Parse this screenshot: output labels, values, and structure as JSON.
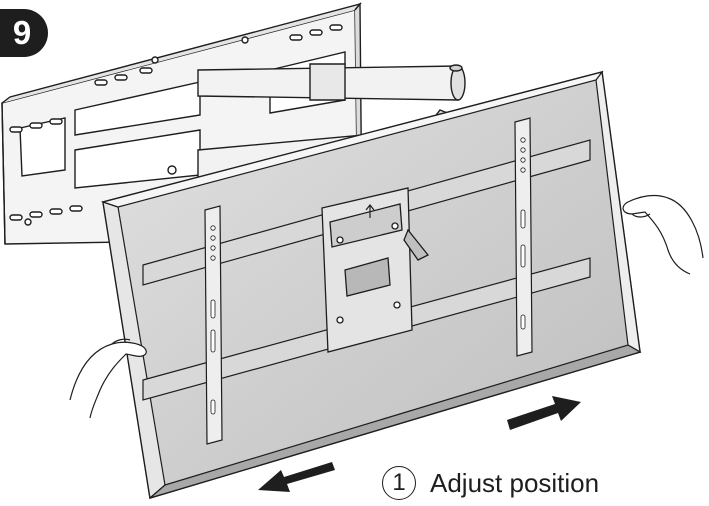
{
  "step": {
    "number": "9"
  },
  "instruction": {
    "index": "1",
    "label": "Adjust position"
  },
  "colors": {
    "outline": "#1e1e1e",
    "tv_screen": "#c9c9c9",
    "tv_frame": "#e6e6e6",
    "wall_plate": "#f4f4f4"
  },
  "arrows": {
    "right": "shift-right-arrow",
    "left": "shift-left-arrow"
  }
}
